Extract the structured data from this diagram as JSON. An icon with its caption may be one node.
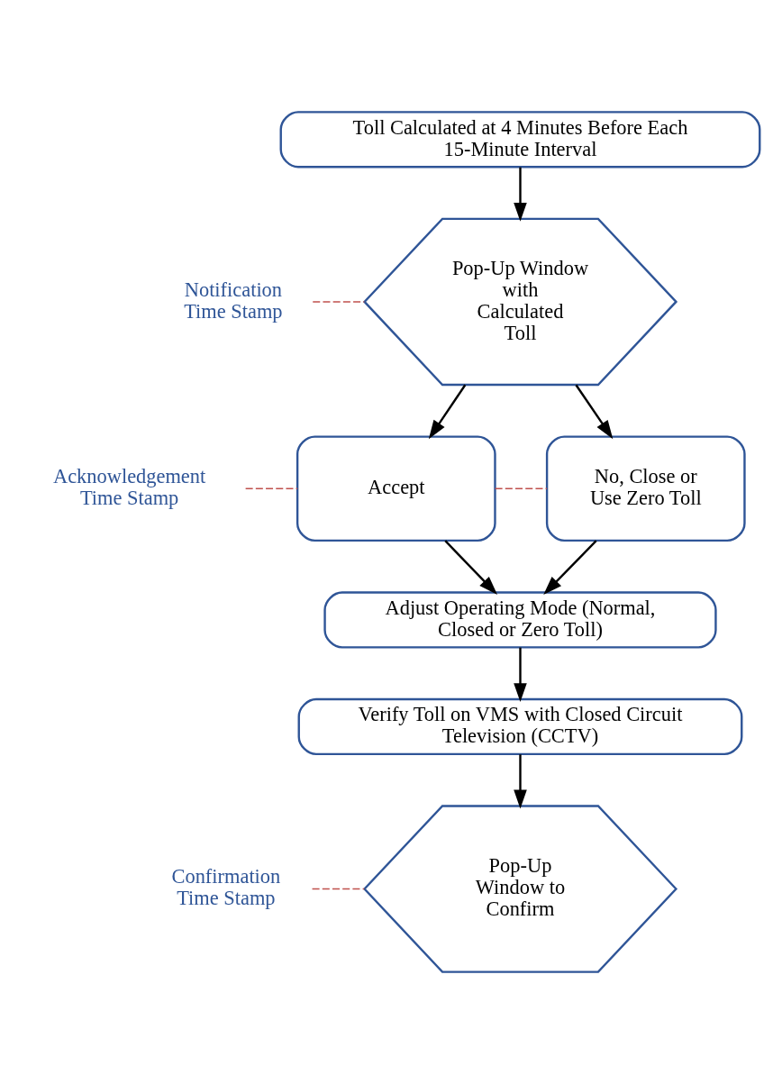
{
  "diagram": {
    "nodes": [
      {
        "text": [
          "Toll Calculated at 4 Minutes Before Each 15-Minute Interval"
        ]
      },
      {
        "text": [
          "Pop-Up Window with Calculated Toll"
        ]
      },
      {
        "text": [
          "Accept"
        ]
      },
      {
        "text": [
          "No, Close or Use Zero Toll"
        ]
      },
      {
        "text": [
          "Adjust Operating Mode (Normal, Closed or Zero Toll)"
        ]
      },
      {
        "text": [
          "Verify Toll on VMS with Closed Circuit Television (CCTV)"
        ]
      },
      {
        "text": [
          "Pop-Up Window to Confirm"
        ]
      },
      {
        "text": [
          "Notification Time Stamp"
        ]
      },
      {
        "text": [
          "Acknowledgement Time Stamp"
        ]
      },
      {
        "text": [
          "Confirmation Time Stamp"
        ]
      }
    ],
    "edges": [
      {
        "from": 0,
        "to": 1,
        "arrow": "to"
      },
      {
        "from": 1,
        "to": 2,
        "arrow": "to"
      },
      {
        "from": 1,
        "to": 3,
        "arrow": "to"
      },
      {
        "from": 2,
        "to": 4,
        "arrow": "to"
      },
      {
        "from": 3,
        "to": 4,
        "arrow": "to"
      },
      {
        "from": 4,
        "to": 5,
        "arrow": "to"
      },
      {
        "from": 5,
        "to": 6,
        "arrow": "to"
      },
      {
        "from": 7,
        "to": 1,
        "arrow": "none",
        "style": "dashed",
        "color": "#c0504d"
      },
      {
        "from": 8,
        "to": 2,
        "arrow": "none",
        "style": "dashed",
        "color": "#c0504d"
      },
      {
        "from": 2,
        "to": 3,
        "arrow": "none",
        "style": "dashed",
        "color": "#c0504d"
      },
      {
        "from": 9,
        "to": 6,
        "arrow": "none",
        "style": "dashed",
        "color": "#c0504d"
      }
    ]
  }
}
